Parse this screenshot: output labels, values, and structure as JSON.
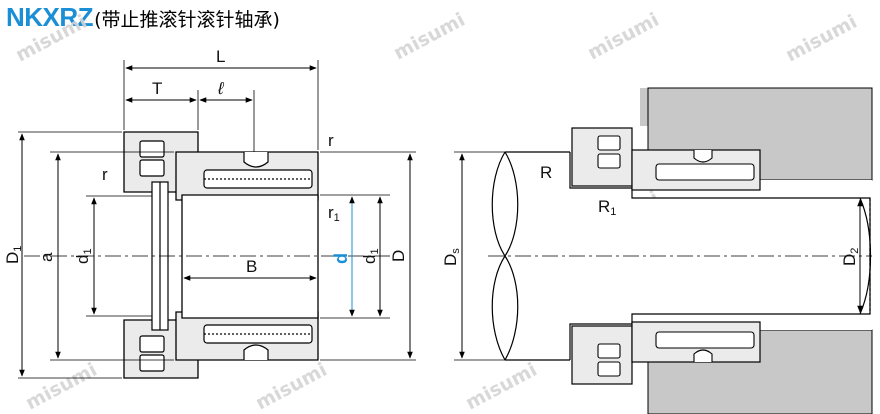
{
  "title": {
    "code": "NKXRZ",
    "description": "(带止推滚针滚针轴承)"
  },
  "watermark": "misumi",
  "colors": {
    "accent": "#1a8fd6",
    "steel": "#e8e8e8",
    "housing": "#c8c8c8",
    "line": "#000000"
  },
  "labels": {
    "L": "L",
    "T": "T",
    "ell": "ℓ",
    "r_top": "r",
    "r_left": "r",
    "r1": "r",
    "r1_sub": "1",
    "D1": "D",
    "D1_sub": "1",
    "a": "a",
    "d1_left": "d",
    "d1_left_sub": "1",
    "B": "B",
    "d": "d",
    "d1_right": "d",
    "d1_right_sub": "1",
    "D": "D",
    "Ds": "D",
    "Ds_sub": "s",
    "R": "R",
    "R1": "R",
    "R1_sub": "1",
    "D2": "D",
    "D2_sub": "2"
  }
}
